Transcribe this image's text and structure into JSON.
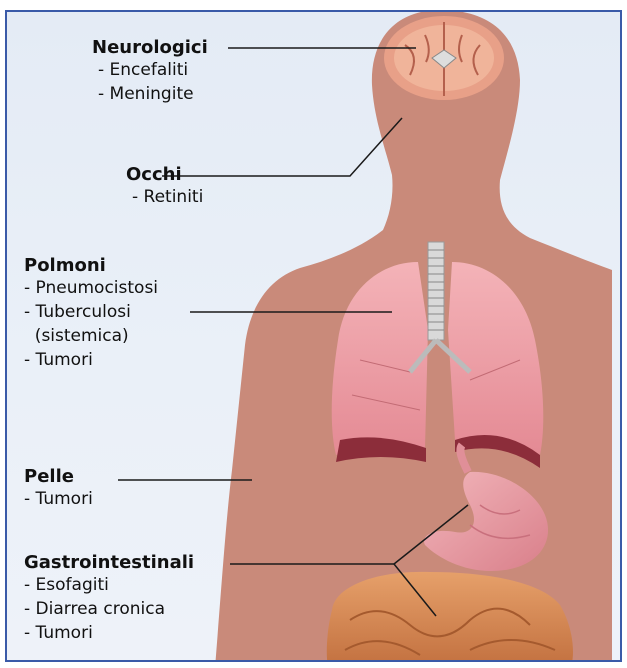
{
  "colors": {
    "frame_border": "#3a5aa8",
    "background": "#e9eff8",
    "body_silhouette": "#c98a7a",
    "brain": "#e8a088",
    "lungs": "#f0a5ac",
    "trachea": "#d9d9d9",
    "stomach": "#e79aa2",
    "intestine": "#d98a5a",
    "leader_line": "#1a1a1a"
  },
  "sections": [
    {
      "id": "neurologici",
      "title": "Neurologici",
      "items": [
        "- Encefaliti",
        "- Meningite"
      ]
    },
    {
      "id": "occhi",
      "title": "Occhi",
      "items": [
        "- Retiniti"
      ]
    },
    {
      "id": "polmoni",
      "title": "Polmoni",
      "items": [
        "- Pneumocistosi",
        "- Tuberculosi",
        "  (sistemica)",
        "- Tumori"
      ]
    },
    {
      "id": "pelle",
      "title": "Pelle",
      "items": [
        "- Tumori"
      ]
    },
    {
      "id": "gastro",
      "title": "Gastrointestinali",
      "items": [
        "- Esofagiti",
        "- Diarrea cronica",
        "- Tumori"
      ]
    }
  ],
  "icons": {
    "body": "human-body-silhouette",
    "brain": "brain-icon",
    "lungs": "lungs-icon",
    "stomach": "stomach-icon",
    "intestine": "intestine-icon"
  }
}
